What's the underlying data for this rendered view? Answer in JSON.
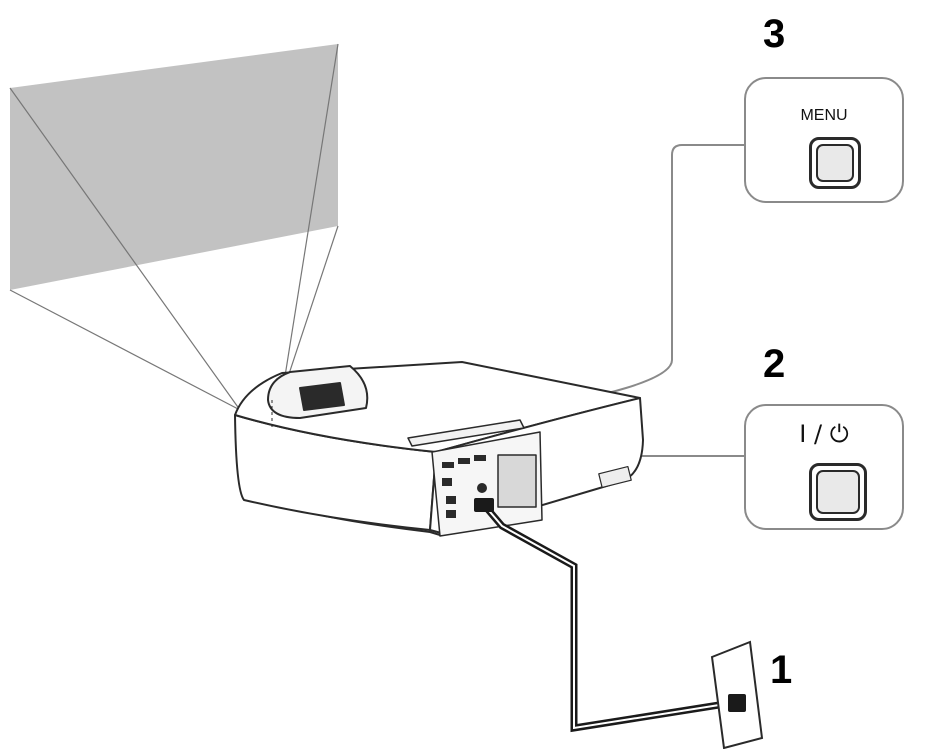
{
  "steps": [
    {
      "number": "1"
    },
    {
      "number": "2",
      "button_label": "I / ⏻",
      "icon": "power-icon"
    },
    {
      "number": "3",
      "button_label": "MENU"
    }
  ],
  "colors": {
    "screen": "#c2c2c2",
    "line": "#8a8a8a",
    "outline": "#2a2a2a",
    "cord": "#1a1a1a"
  }
}
